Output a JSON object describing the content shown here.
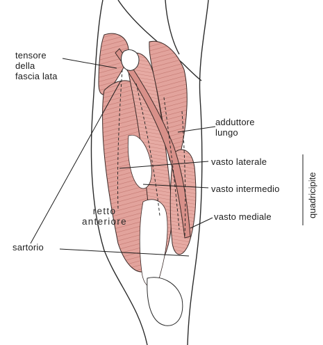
{
  "labels": {
    "tensore": [
      "tensore",
      "della",
      "fascia lata"
    ],
    "retto": [
      "retto",
      "anteriore"
    ],
    "sartorio": "sartorio",
    "adduttore": [
      "adduttore",
      "lungo"
    ],
    "vasto_laterale": "vasto laterale",
    "vasto_intermedio": "vasto intermedio",
    "vasto_mediale": "vasto mediale",
    "quadricipite": "quadricipite"
  },
  "colors": {
    "muscle": "#e2a39c",
    "muscle_dark": "#c97f78",
    "outline": "#2a2a2a",
    "tendon": "#ffffff",
    "background": "#ffffff"
  }
}
